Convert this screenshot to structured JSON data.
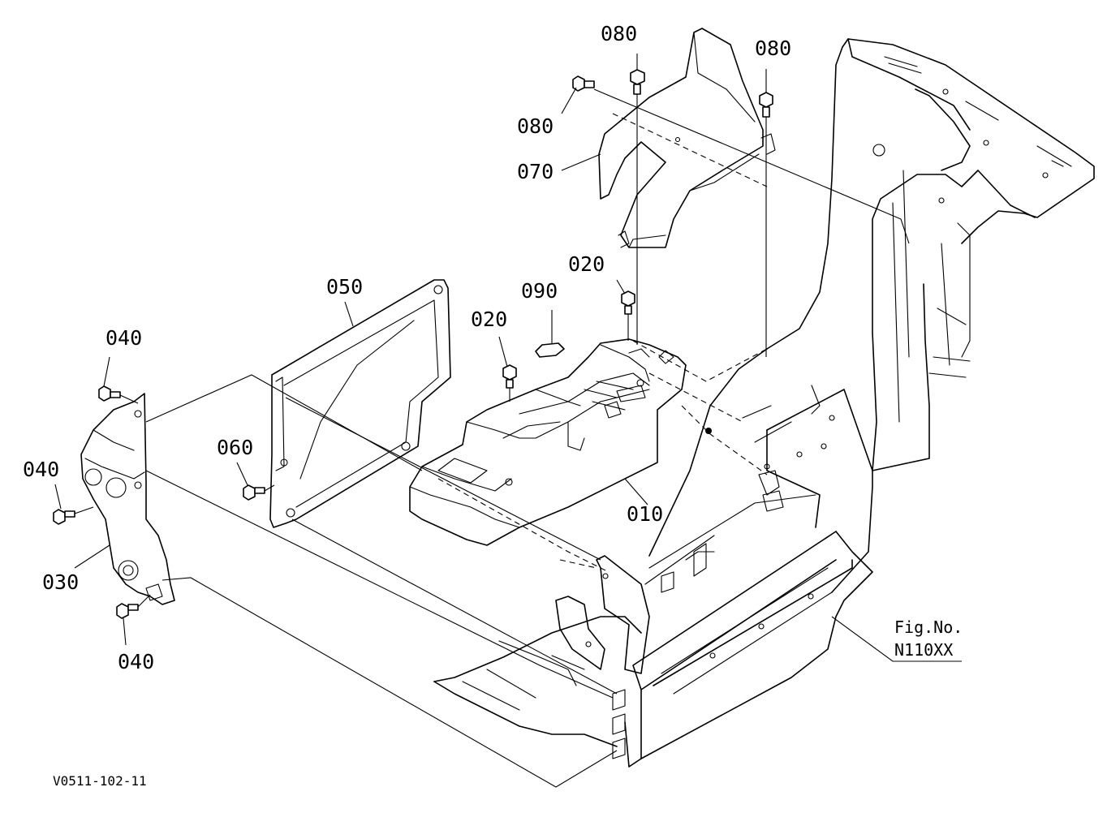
{
  "callouts": {
    "c080_top": "080",
    "c080_right": "080",
    "c080_left": "080",
    "c070": "070",
    "c050": "050",
    "c090": "090",
    "c020_right": "020",
    "c020_left": "020",
    "c040_top": "040",
    "c040_mid": "040",
    "c040_bottom": "040",
    "c060": "060",
    "c030": "030",
    "c010": "010"
  },
  "figure": {
    "label": "Fig.No.",
    "number": "N110XX"
  },
  "drawing_code": "V0511-102-11"
}
